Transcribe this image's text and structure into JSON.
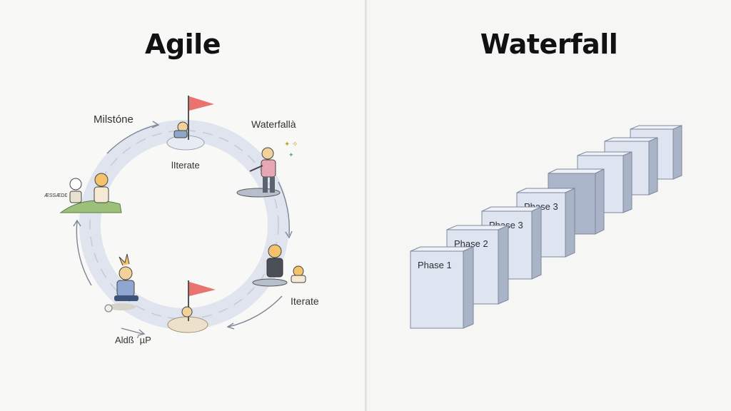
{
  "left": {
    "title": "Agile",
    "labels": {
      "milestone": "Milstóne",
      "waterfall": "Waterfallà",
      "iterate_top": "lIterate",
      "iterate_right": "Iterate",
      "small_left": "ÆSSÆDƐ",
      "bottom_left": "Aldß ´µP"
    }
  },
  "right": {
    "title": "Waterfall",
    "phase_labels": [
      "Phase 1",
      "Phase 2",
      "Phase 3",
      "Phase 3"
    ]
  },
  "colors": {
    "flag": "#e8736f",
    "cycle_band": "#dfe4ee",
    "block_front": "#dfe5f0",
    "block_side": "#a9b4c8",
    "block_top": "#eef1f7",
    "block_dark_front": "#aab5ca",
    "mound_green": "#9cc07a",
    "mound_sand": "#ece2cc"
  }
}
